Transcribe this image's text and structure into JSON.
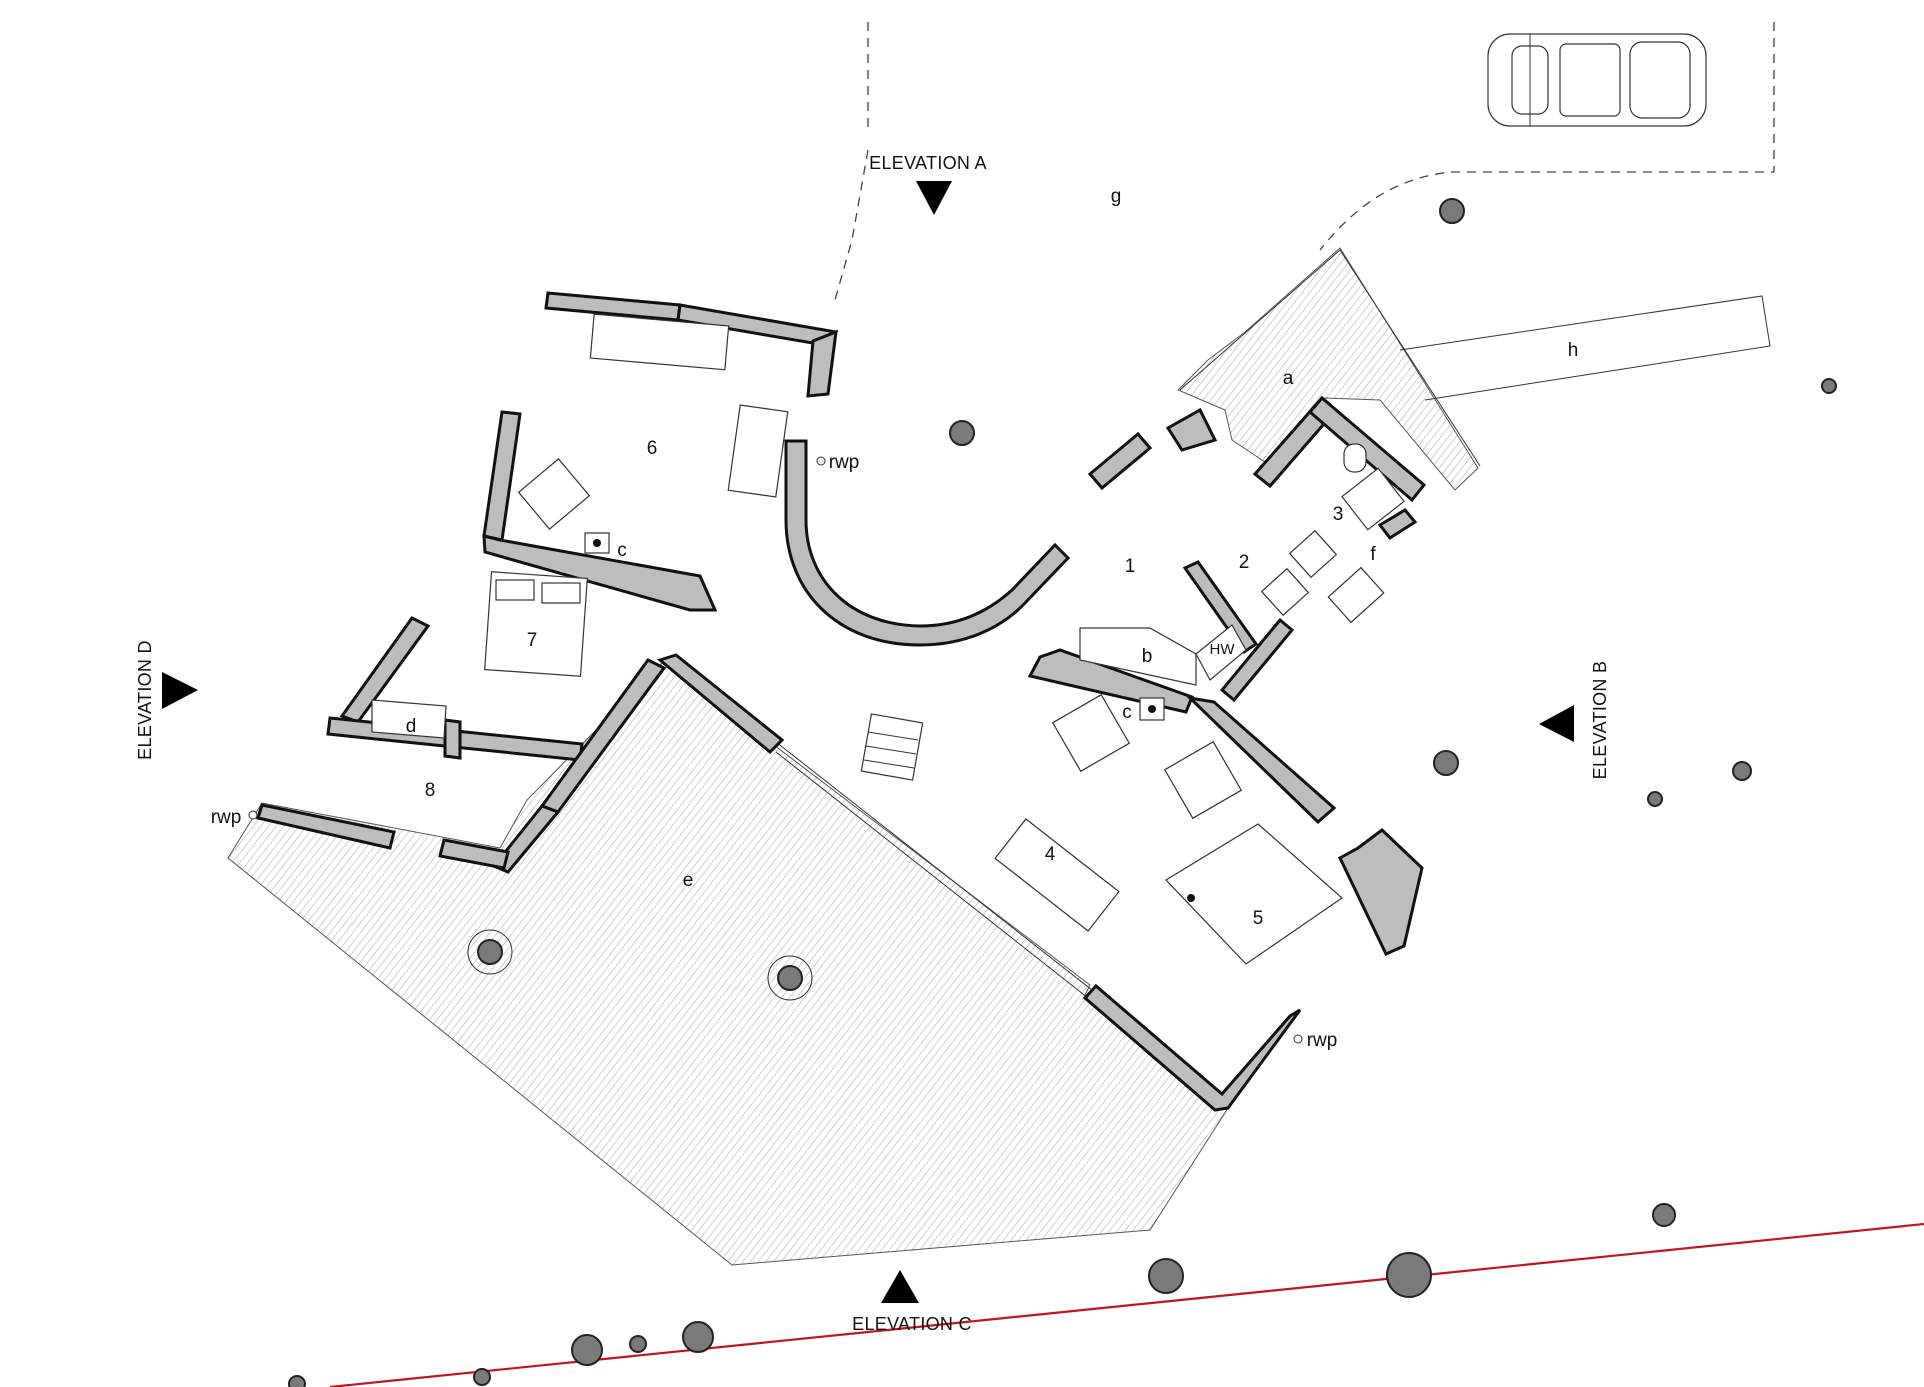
{
  "elevations": {
    "a": "ELEVATION A",
    "b": "ELEVATION B",
    "c": "ELEVATION C",
    "d": "ELEVATION D"
  },
  "rooms": {
    "r1": "1",
    "r2": "2",
    "r3": "3",
    "r4": "4",
    "r5": "5",
    "r6": "6",
    "r7": "7",
    "r8": "8"
  },
  "keys": {
    "a": "a",
    "b": "b",
    "c": "c",
    "d": "d",
    "e": "e",
    "f": "f",
    "g": "g",
    "h": "h",
    "hw": "HW"
  },
  "rwp": "rwp",
  "colors": {
    "wall_fill": "#bdbdbd",
    "hatch": "#9a9a9a",
    "boundary_line": "#c0151b",
    "tree_fill": "#7a7a7a"
  }
}
